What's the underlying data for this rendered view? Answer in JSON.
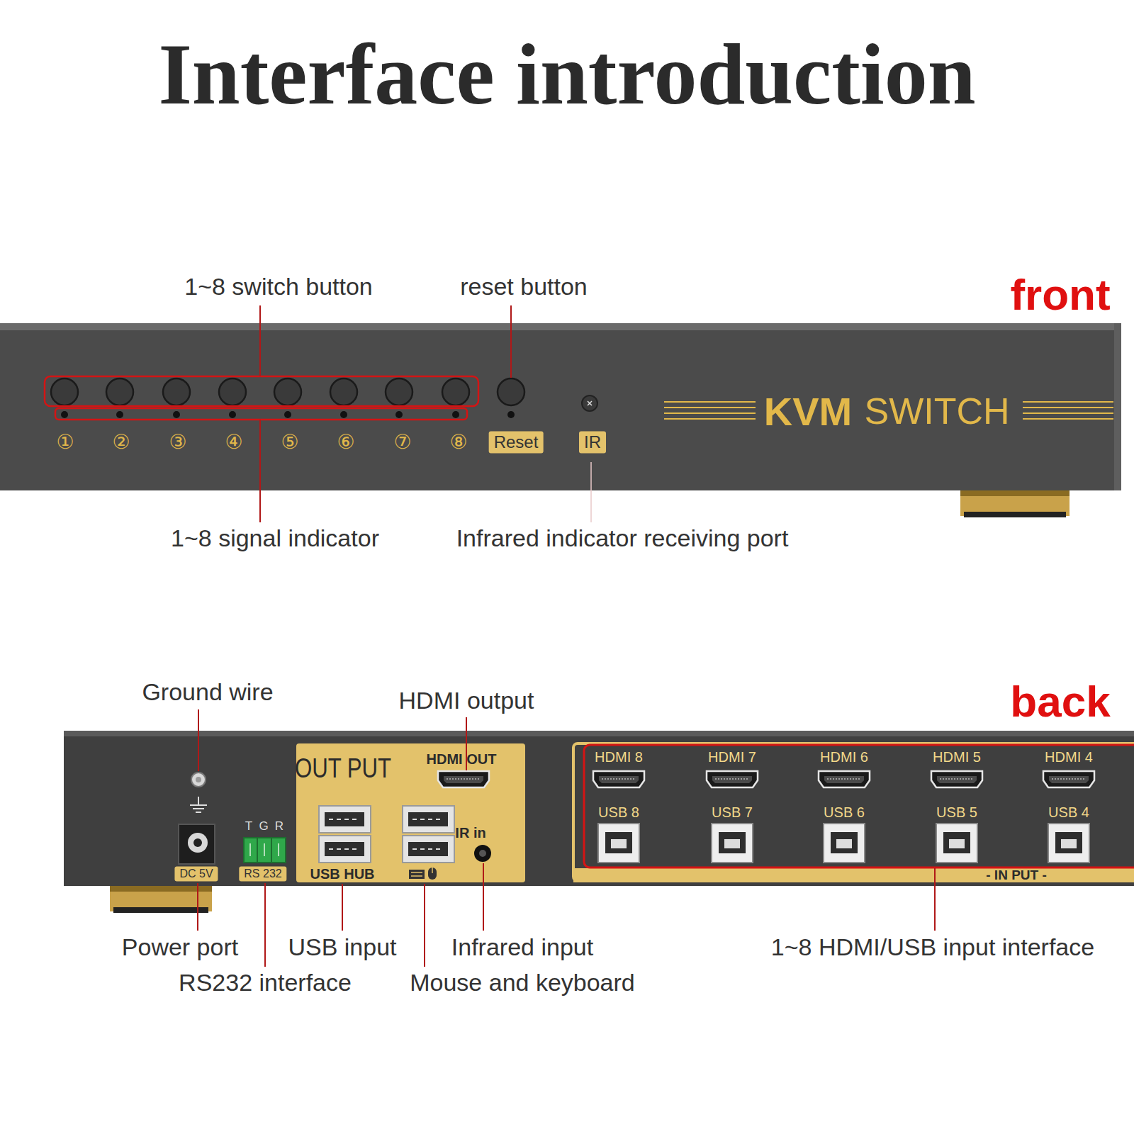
{
  "diagram": {
    "title": "Interface introduction",
    "nodes": [
      {
        "text": [
          "OUT PUT",
          "HDMI OUT",
          "USB HUB",
          "IR in"
        ]
      },
      {
        "text": [
          "- IN PUT -"
        ]
      },
      {
        "text": [
          "Reset"
        ]
      },
      {
        "text": [
          "IR"
        ]
      },
      {
        "text": [
          "DC 5V"
        ]
      },
      {
        "text": [
          "RS 232"
        ]
      }
    ],
    "labels": [
      "front",
      "1~8 switch button",
      "reset button",
      "①",
      "②",
      "③",
      "④",
      "⑤",
      "⑥",
      "⑦",
      "⑧",
      "KVM",
      "SWITCH",
      "1~8 signal indicator",
      "Infrared indicator receiving port",
      "back",
      "Ground wire",
      "HDMI output",
      "T",
      "G",
      "R",
      "HDMI 8",
      "HDMI 7",
      "HDMI 6",
      "HDMI 5",
      "HDMI 4",
      "USB 8",
      "USB 7",
      "USB 6",
      "USB 5",
      "USB 4",
      "Power port",
      "RS232 interface",
      "USB input",
      "Infrared input",
      "1~8 HDMI/USB input interface",
      "Mouse and keyboard"
    ]
  }
}
